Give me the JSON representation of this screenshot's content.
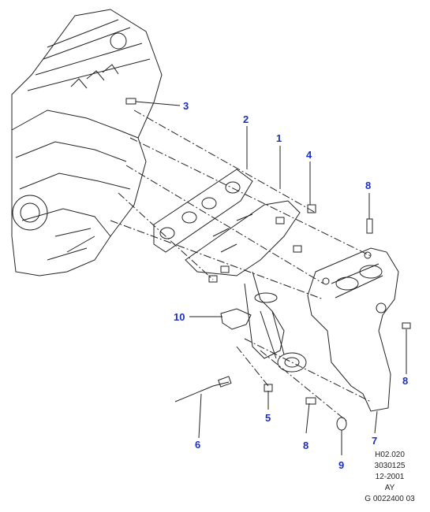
{
  "callouts": [
    {
      "id": "1",
      "label": "1"
    },
    {
      "id": "2",
      "label": "2"
    },
    {
      "id": "3",
      "label": "3"
    },
    {
      "id": "4",
      "label": "4"
    },
    {
      "id": "5",
      "label": "5"
    },
    {
      "id": "6",
      "label": "6"
    },
    {
      "id": "7",
      "label": "7"
    },
    {
      "id": "8a",
      "label": "8"
    },
    {
      "id": "8b",
      "label": "8"
    },
    {
      "id": "8c",
      "label": "8"
    },
    {
      "id": "9",
      "label": "9"
    },
    {
      "id": "10",
      "label": "10"
    }
  ],
  "reference": {
    "line1": "H02.020",
    "line2": "3030125",
    "line3": "12-2001",
    "line4": "AY",
    "line5": "G 0022400 03"
  },
  "colors": {
    "callout": "#1c2fc4",
    "line": "#222222"
  }
}
